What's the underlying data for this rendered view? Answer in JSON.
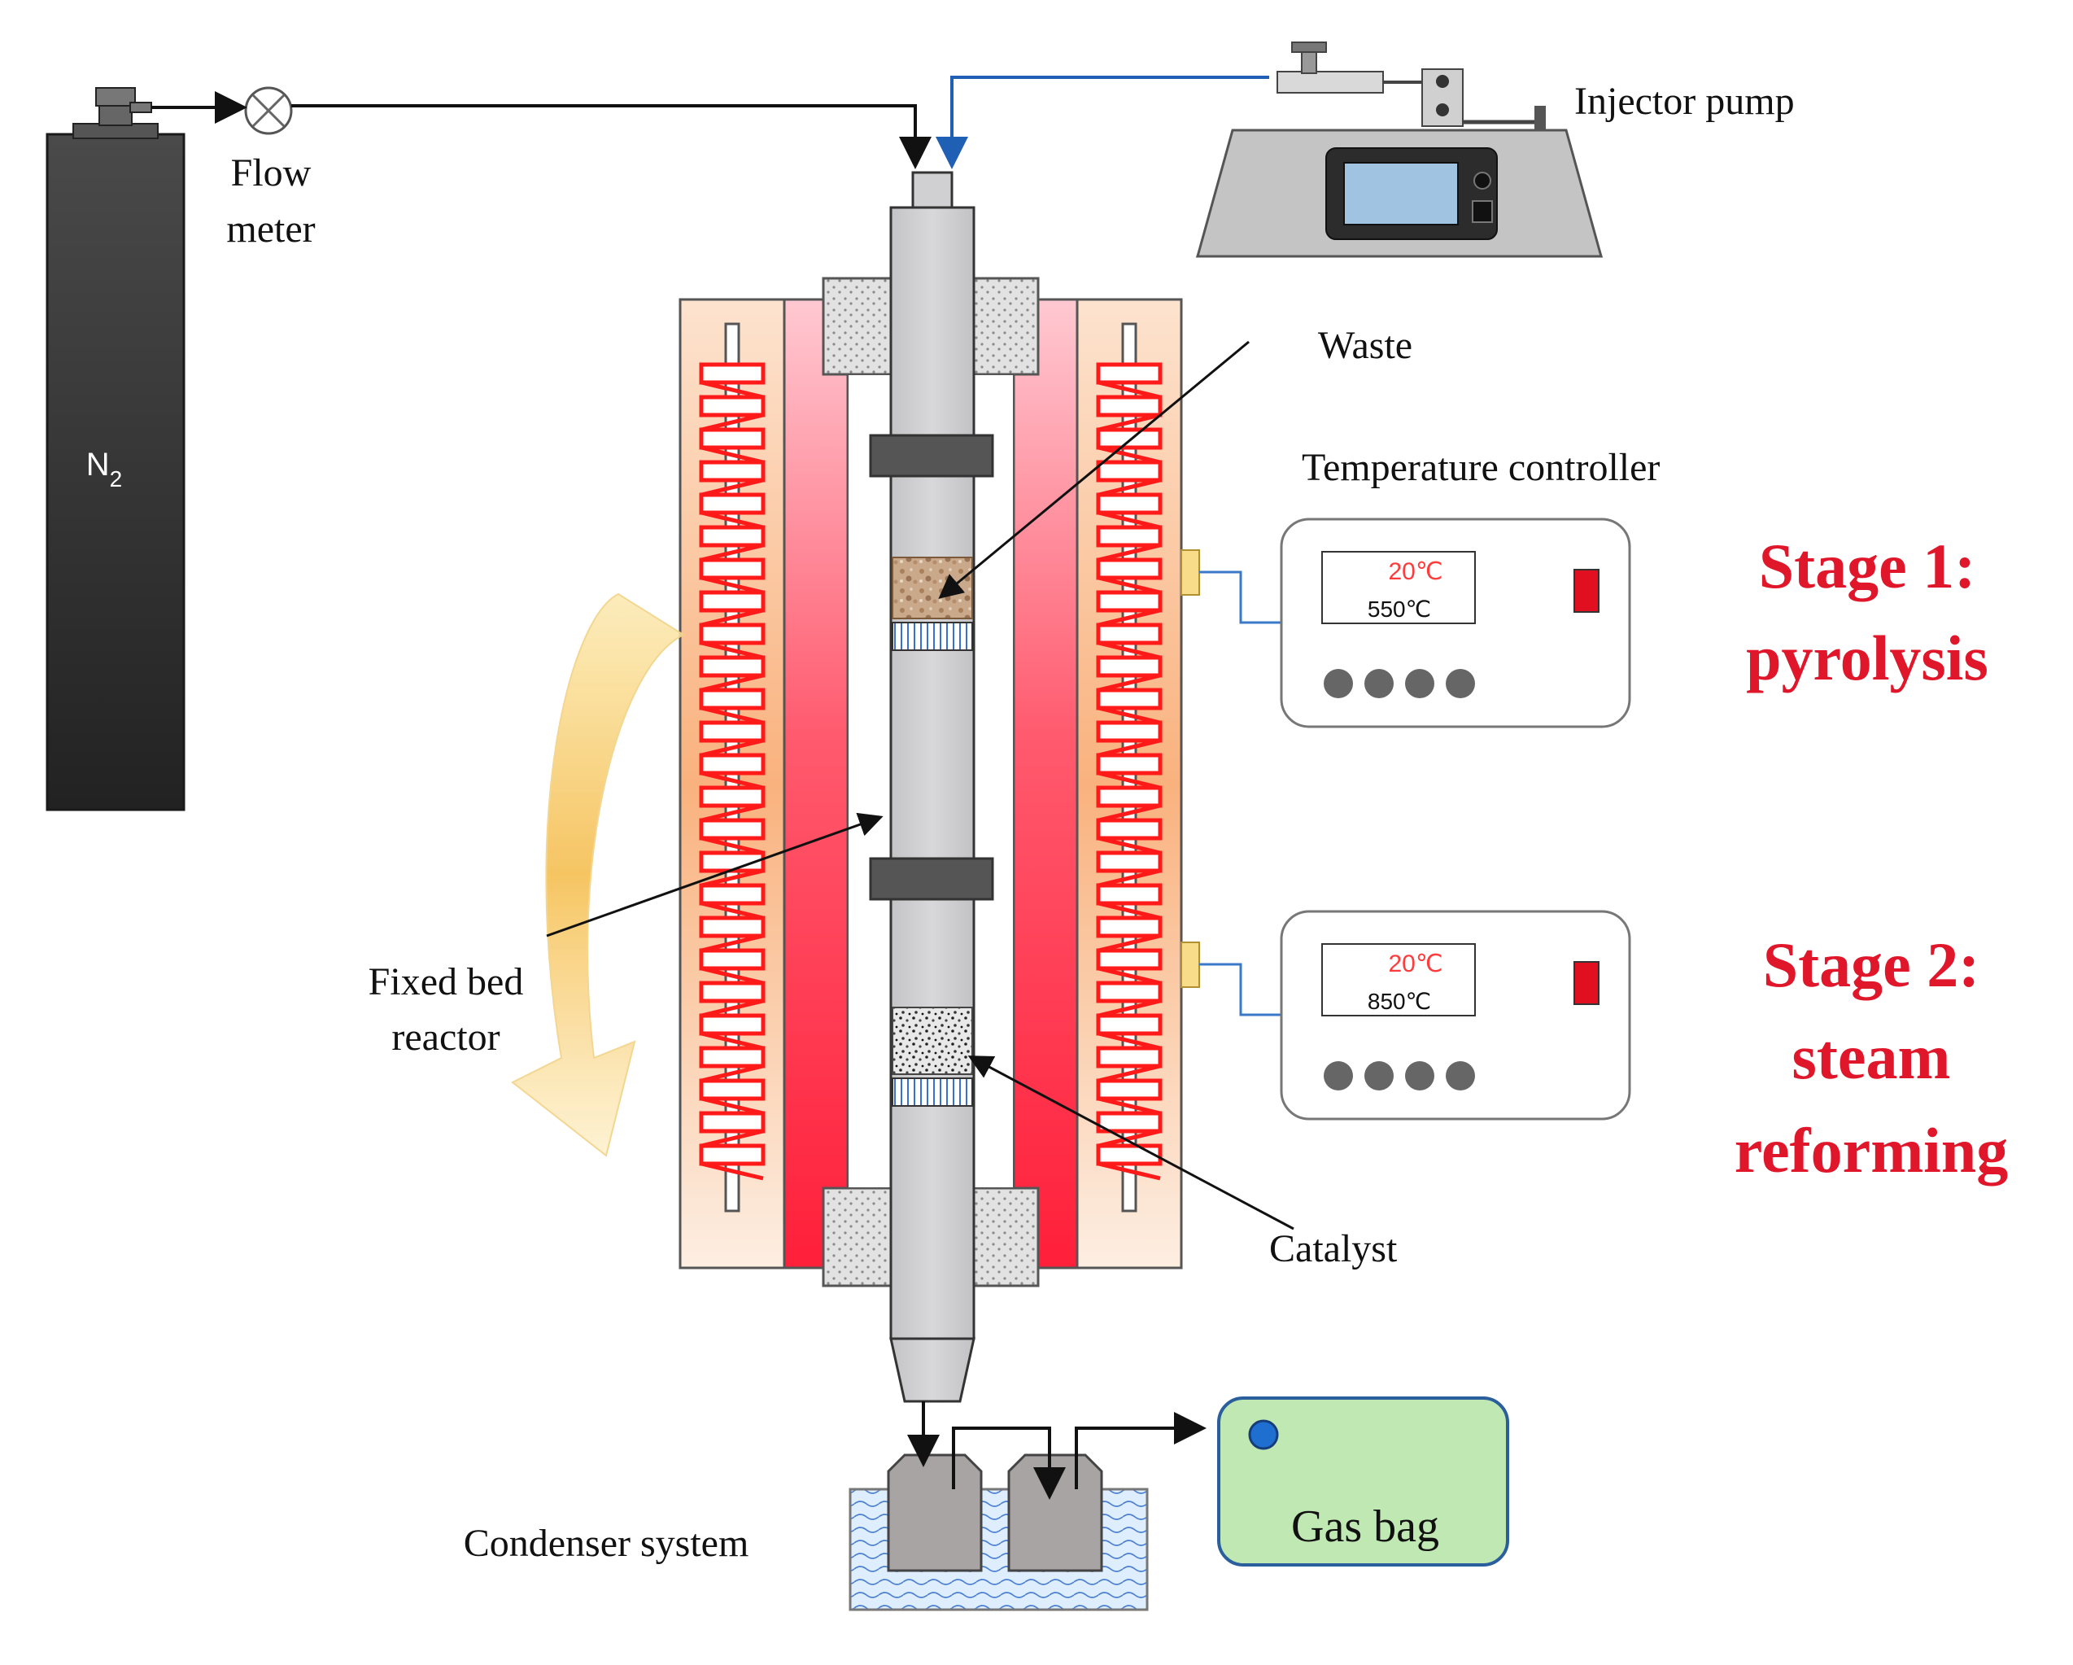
{
  "labels": {
    "gas_symbol": "N",
    "gas_subscript": "2",
    "flow_meter_line1": "Flow",
    "flow_meter_line2": "meter",
    "injector_pump": "Injector pump",
    "waste": "Waste",
    "temperature_controller": "Temperature controller",
    "fixed_bed_line1": "Fixed bed",
    "fixed_bed_line2": "reactor",
    "catalyst": "Catalyst",
    "condenser_system": "Condenser system",
    "gas_bag": "Gas bag"
  },
  "controllers": [
    {
      "setpoint": "20℃",
      "reading": "550℃"
    },
    {
      "setpoint": "20℃",
      "reading": "850℃"
    }
  ],
  "stages": [
    {
      "line1": "Stage 1:",
      "line2": "pyrolysis",
      "line3": ""
    },
    {
      "line1": "Stage 2:",
      "line2": "steam",
      "line3": "reforming"
    }
  ],
  "colors": {
    "stage_text": "#e0172a",
    "gas_line": "#111111",
    "steam_line": "#1f5fb4",
    "cylinder": "#333333",
    "heater_coil": "#ff1a1a",
    "gas_bag_fill": "#bfe8b3",
    "display_setpoint": "#ff3b3b"
  }
}
